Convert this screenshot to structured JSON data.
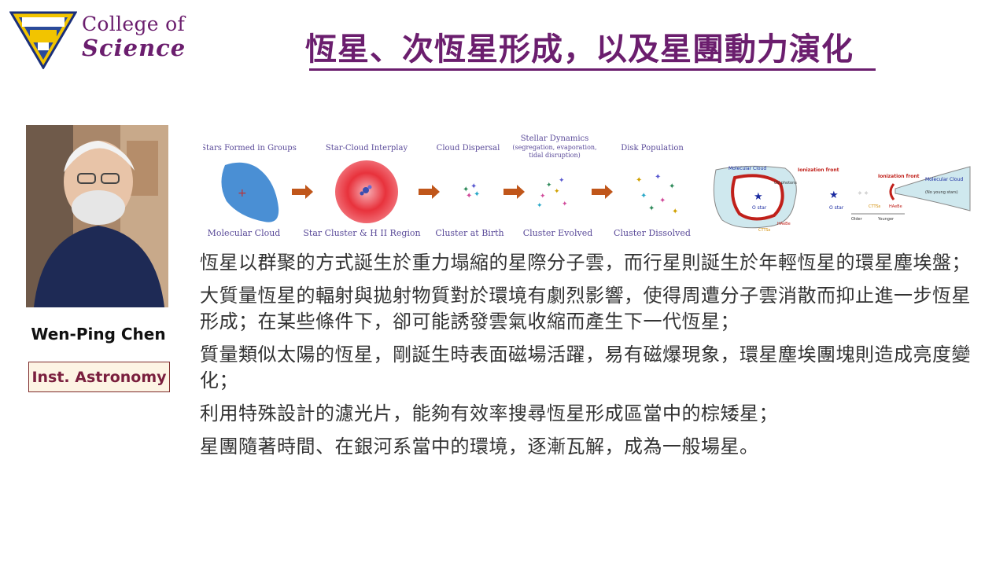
{
  "header": {
    "college_line1": "College of",
    "college_line2": "Science",
    "title": "恆星、次恆星形成，以及星團動力演化"
  },
  "profile": {
    "name": "Wen-Ping Chen",
    "institute": "Inst. Astronomy"
  },
  "diagram": {
    "stages_top": [
      "Stars Formed in Groups",
      "Star-Cloud Interplay",
      "Cloud Dispersal",
      "Stellar Dynamics",
      "Disk Population"
    ],
    "stellar_dynamics_sub": [
      "(segregation, evaporation,",
      "tidal disruption)"
    ],
    "stages_bottom": [
      "Molecular Cloud",
      "Star Cluster &  H II Region",
      "Cluster at Birth",
      "Cluster Evolved",
      "Cluster Dissolved"
    ],
    "right_labels": {
      "molecular_cloud_left": "Molecular Cloud",
      "ionization_front_left": "Ionization front",
      "uv_photons": "UV photons",
      "o_star_left": "O star",
      "cttss_left": "CTTSs",
      "haebe_left": "HAeBe",
      "o_star_mid": "O star",
      "cttss_mid": "CTTSs",
      "haebe_mid": "HAeBe",
      "older": "Older",
      "younger": "Younger",
      "ionization_front_right": "Ionization front",
      "molecular_cloud_right": "Molecular Cloud",
      "no_young_stars": "(No young stars)"
    }
  },
  "bullets": [
    "恆星以群聚的方式誕生於重力塌縮的星際分子雲，而行星則誕生於年輕恆星的環星塵埃盤；",
    "大質量恆星的輻射與拋射物質對於環境有劇烈影響，使得周遭分子雲消散而抑止進一步恆星形成；在某些條件下，卻可能誘發雲氣收縮而產生下一代恆星；",
    "質量類似太陽的恆星，剛誕生時表面磁場活躍，易有磁爆現象，環星塵埃團塊則造成亮度變化；",
    "利用特殊設計的濾光片，能夠有效率搜尋恆星形成區當中的棕矮星；",
    "星團隨著時間、在銀河系當中的環境，逐漸瓦解，成為一般場星。"
  ],
  "colors": {
    "purple": "#6b1e6e",
    "arrow": "#c0561a",
    "cloud_blue": "#4a8fd4",
    "hii_red": "#e8323c"
  }
}
